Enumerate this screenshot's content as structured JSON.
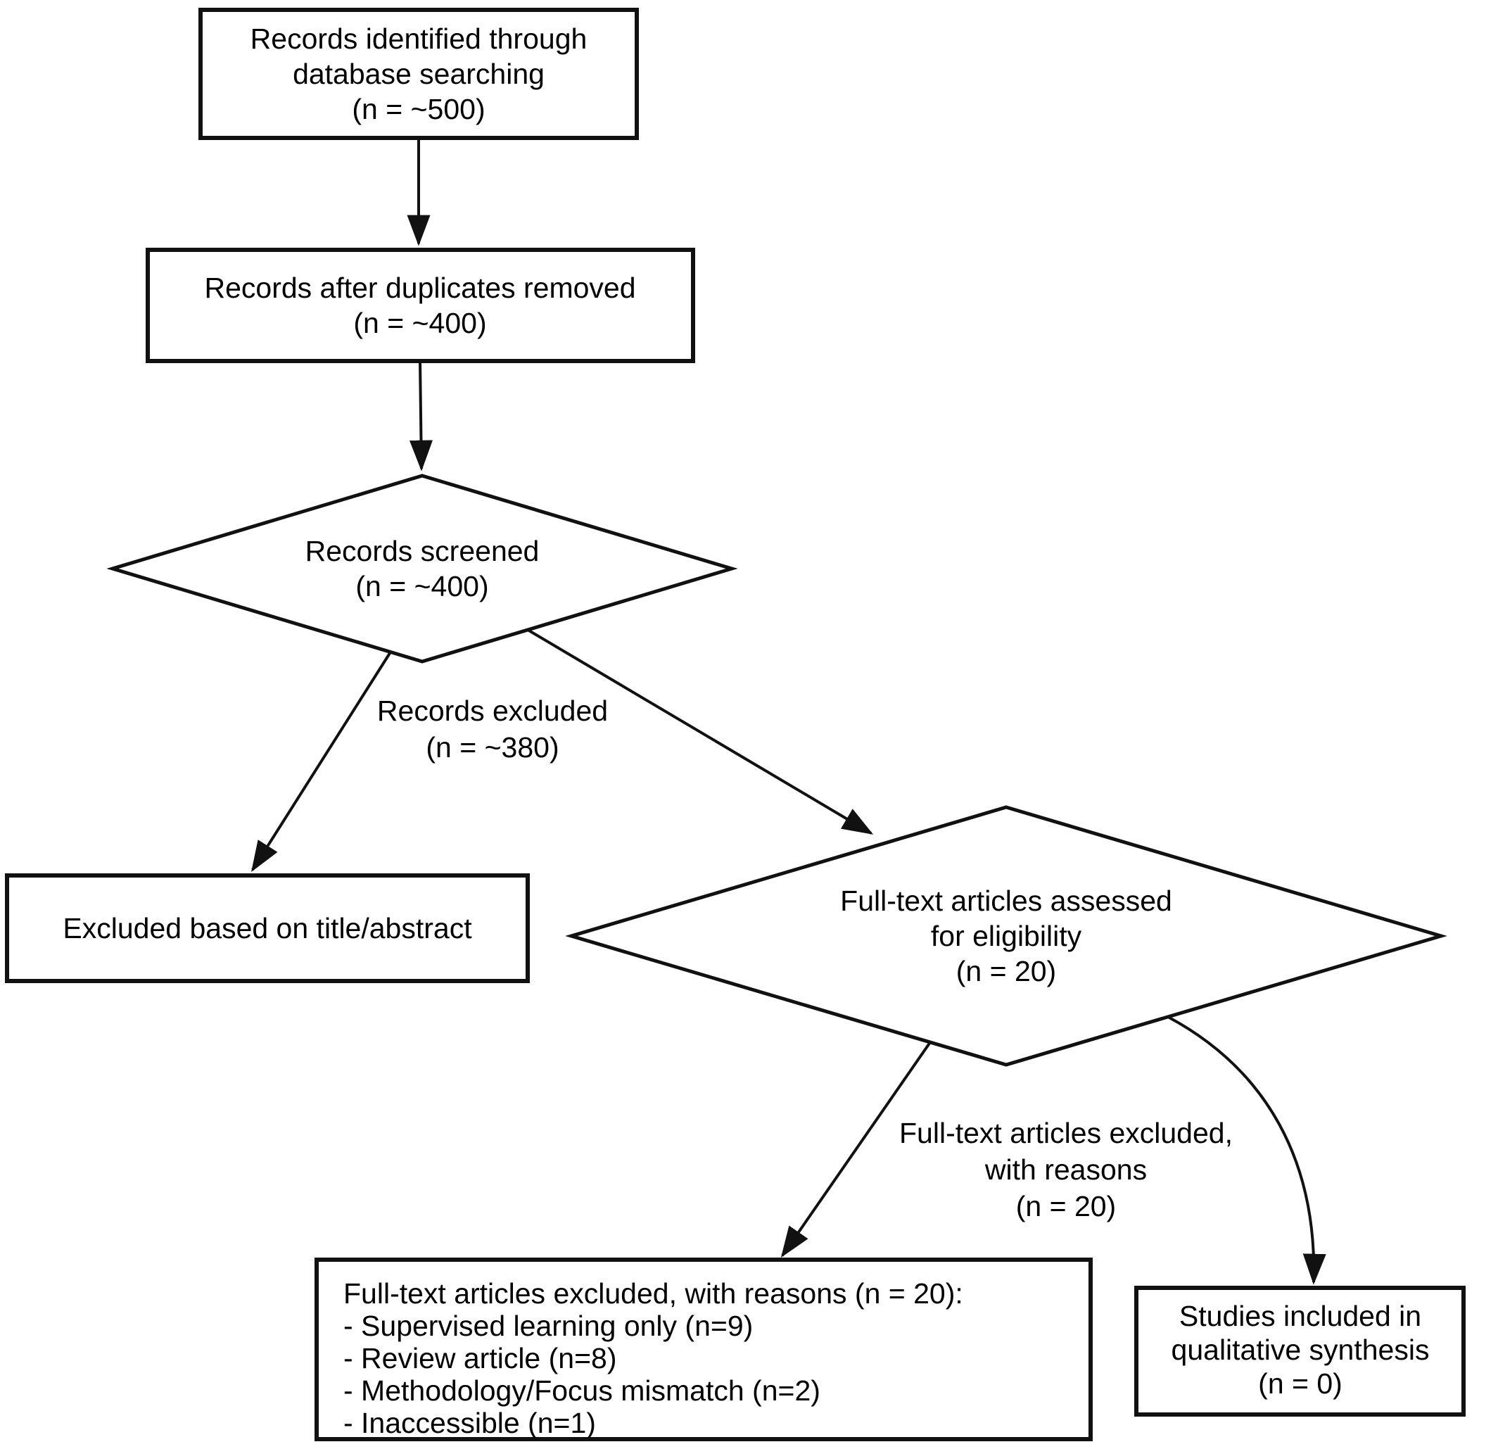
{
  "diagram": {
    "type": "flowchart",
    "subject": "systematic-review-prisma-flow",
    "colors": {
      "background": "#ffffff",
      "stroke": "#111111",
      "text": "#000000"
    },
    "nodes": {
      "identified": {
        "shape": "rect",
        "lines": [
          "Records identified through",
          "database searching",
          "(n = ~500)"
        ]
      },
      "deduplicated": {
        "shape": "rect",
        "lines": [
          "Records after duplicates removed",
          "(n = ~400)"
        ]
      },
      "screened": {
        "shape": "diamond",
        "lines": [
          "Records screened",
          "(n = ~400)"
        ]
      },
      "excluded_title": {
        "shape": "rect",
        "lines": [
          "Excluded based on title/abstract"
        ]
      },
      "fulltext_assessed": {
        "shape": "diamond",
        "lines": [
          "Full-text articles assessed",
          "for eligibility",
          "(n = 20)"
        ]
      },
      "fulltext_excluded_reasons": {
        "shape": "rect",
        "lines": [
          "Full-text articles excluded, with reasons (n = 20):",
          "- Supervised learning only (n=9)",
          "- Review article (n=8)",
          "- Methodology/Focus mismatch (n=2)",
          "- Inaccessible (n=1)"
        ]
      },
      "included": {
        "shape": "rect",
        "lines": [
          "Studies included in",
          "qualitative synthesis",
          "(n = 0)"
        ]
      }
    },
    "edge_labels": {
      "records_excluded": {
        "lines": [
          "Records excluded",
          "(n = ~380)"
        ]
      },
      "fulltext_excluded": {
        "lines": [
          "Full-text articles excluded,",
          "with reasons",
          "(n = 20)"
        ]
      }
    }
  }
}
